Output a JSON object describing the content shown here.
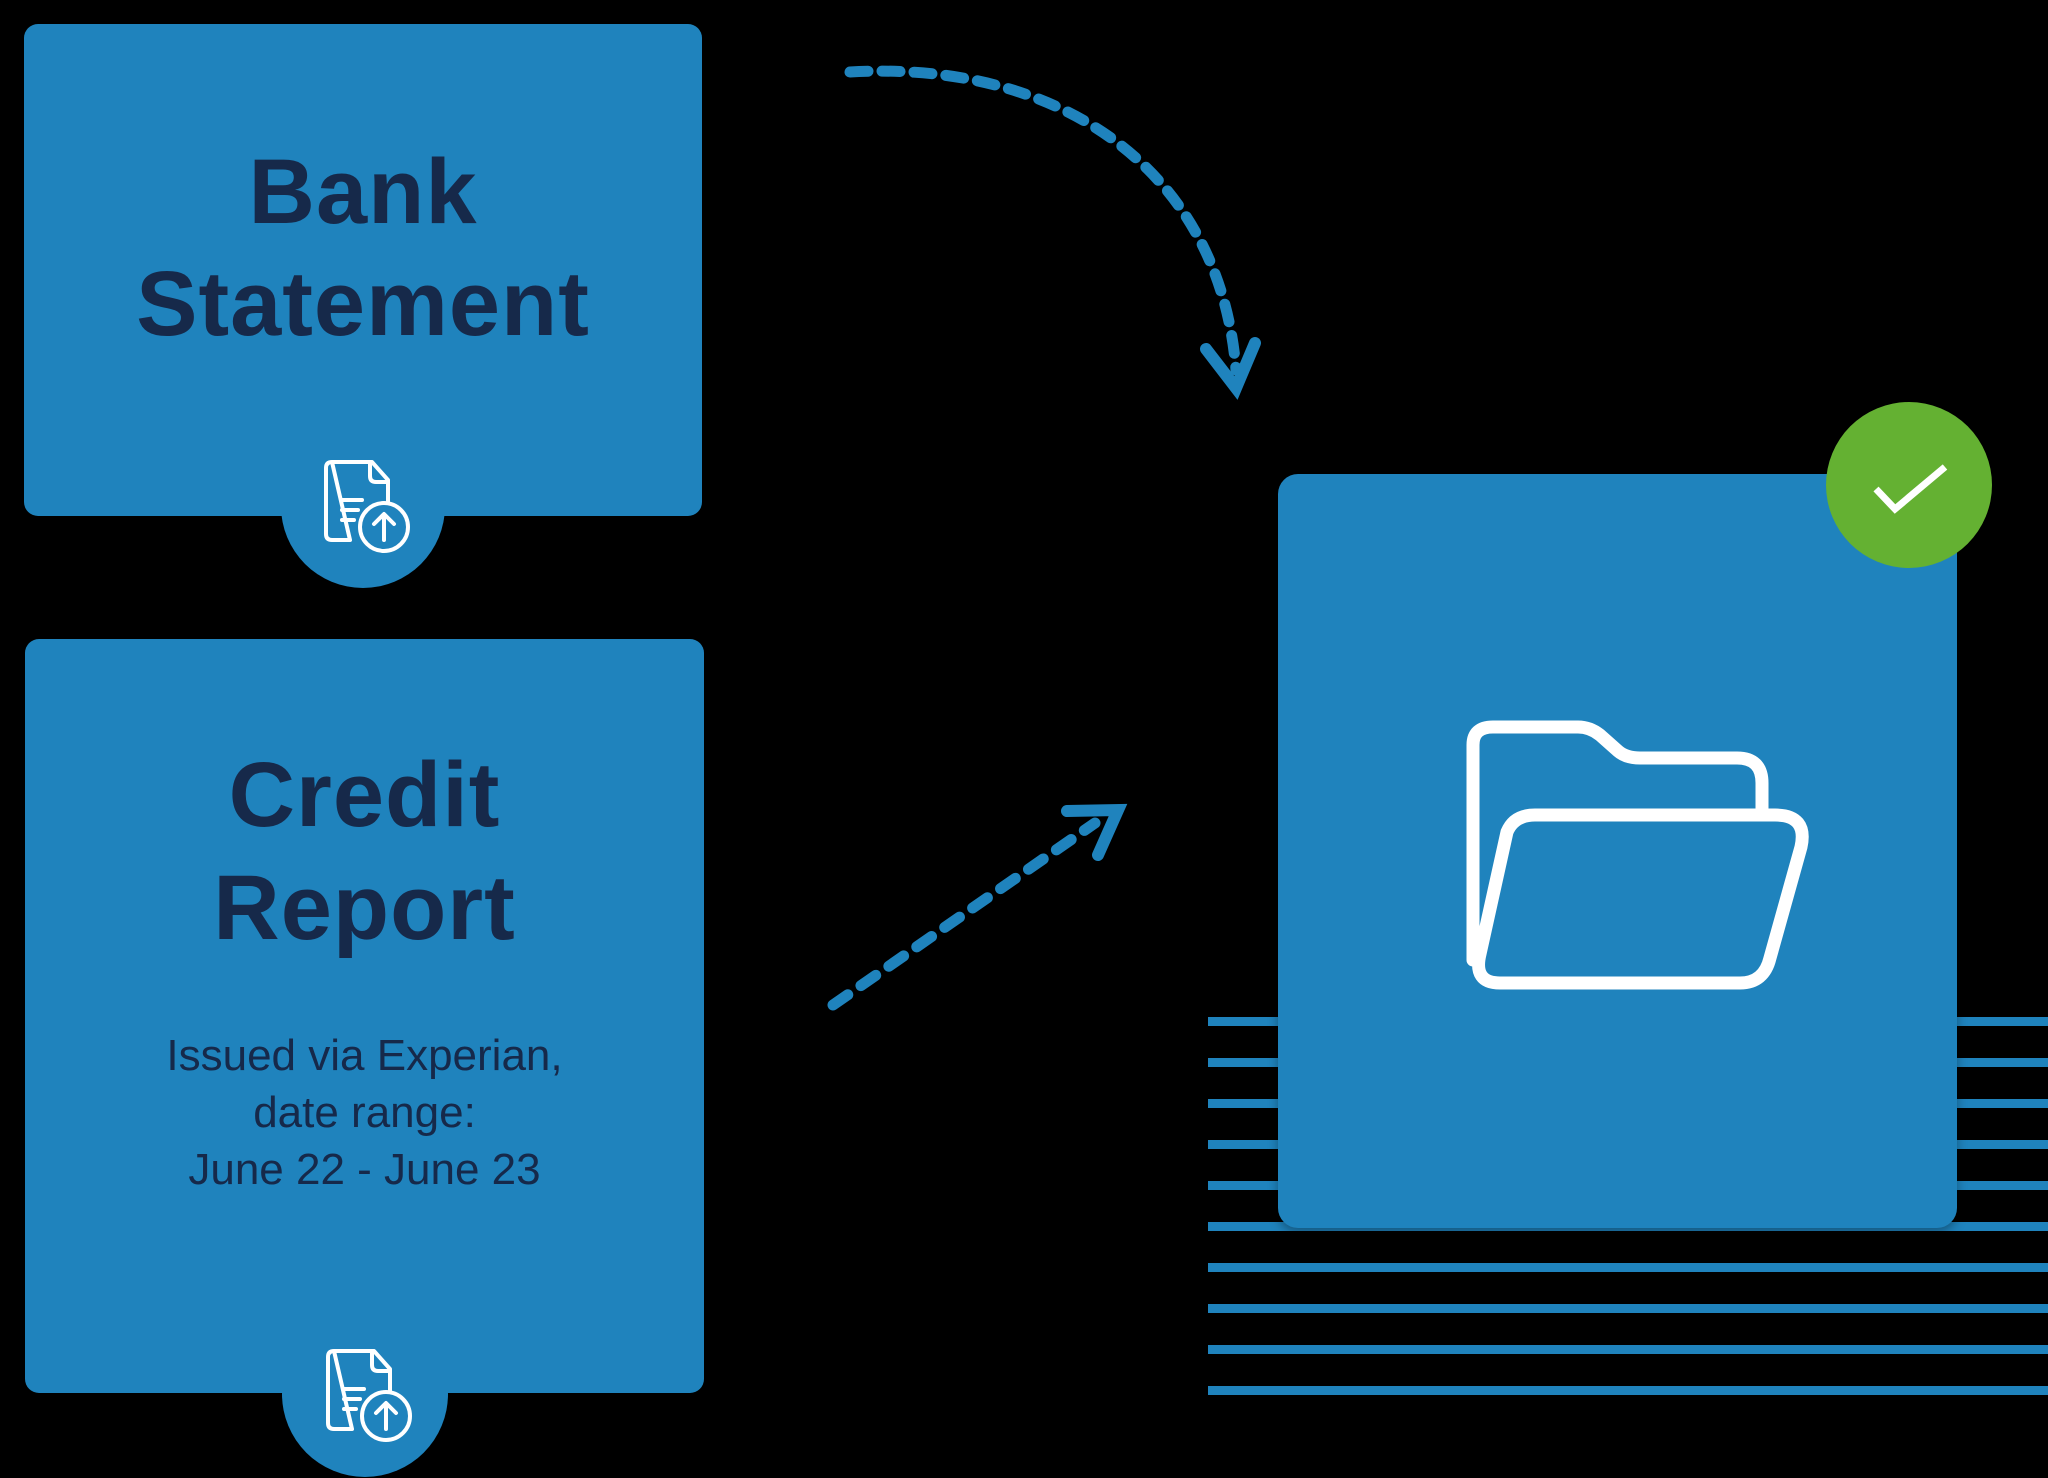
{
  "colors": {
    "background": "#000000",
    "card": "#1f83bd",
    "text": "#16294a",
    "success": "#64b132",
    "icon_stroke": "#ffffff"
  },
  "documents": [
    {
      "title_lines": [
        "Bank",
        "Statement"
      ],
      "icon": "document-upload-icon"
    },
    {
      "title_lines": [
        "Credit",
        "Report"
      ],
      "description_lines": [
        "Issued via Experian,",
        "date range:",
        "June 22 - June 23"
      ],
      "icon": "document-upload-icon"
    }
  ],
  "destination": {
    "icon": "open-folder-icon",
    "status_icon": "checkmark-icon",
    "status": "complete"
  },
  "connectors": [
    {
      "from": "Bank Statement",
      "to": "folder",
      "style": "dashed-curved-arrow"
    },
    {
      "from": "Credit Report",
      "to": "folder",
      "style": "dashed-straight-arrow"
    }
  ],
  "decoration": {
    "stripe_count": 10
  }
}
